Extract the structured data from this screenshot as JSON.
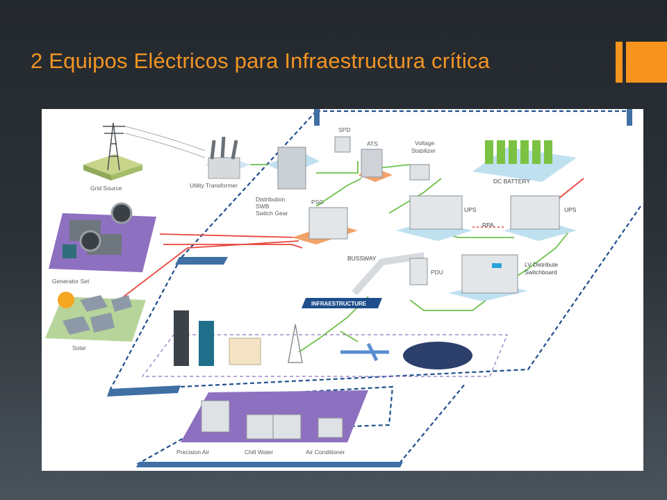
{
  "slide": {
    "title": "2 Equipos Eléctricos para Infraestructura crítica"
  },
  "colors": {
    "title": "#f39524",
    "accent": "#f7941d",
    "power_line": "#e8453c",
    "data_line": "#6cc04a",
    "dashed_border": "#1f4e8c",
    "tray_blue": "#bfe0ef",
    "tray_orange": "#f2a36b",
    "tray_purple": "#8e70c0",
    "tray_green": "#b7d59a"
  },
  "labels": {
    "grid_source": "Grid Source",
    "utility_transformer": "Utility Transformer",
    "generator_set": "Generator Set",
    "solar": "Solar",
    "distribution_1": "Distribution",
    "distribution_2": "SWB",
    "distribution_3": "Switch Gear",
    "spd": "SPD",
    "ats": "ATS",
    "voltage_1": "Voltage",
    "voltage_2": "Stabilizer",
    "psg": "PSG",
    "dc_battery": "DC BATTERY",
    "ups_left": "UPS",
    "ups_right": "UPS",
    "rpa": "RPA",
    "bussway": "BUSSWAY",
    "pdu": "PDU",
    "lv_1": "LV Distribute",
    "lv_2": "Switchboard",
    "infraestructure": "INFRAESTRUCTURE",
    "precision_air": "Precision Air",
    "chill_water": "Chill Water",
    "air_conditioner": "Air Conditioner"
  }
}
